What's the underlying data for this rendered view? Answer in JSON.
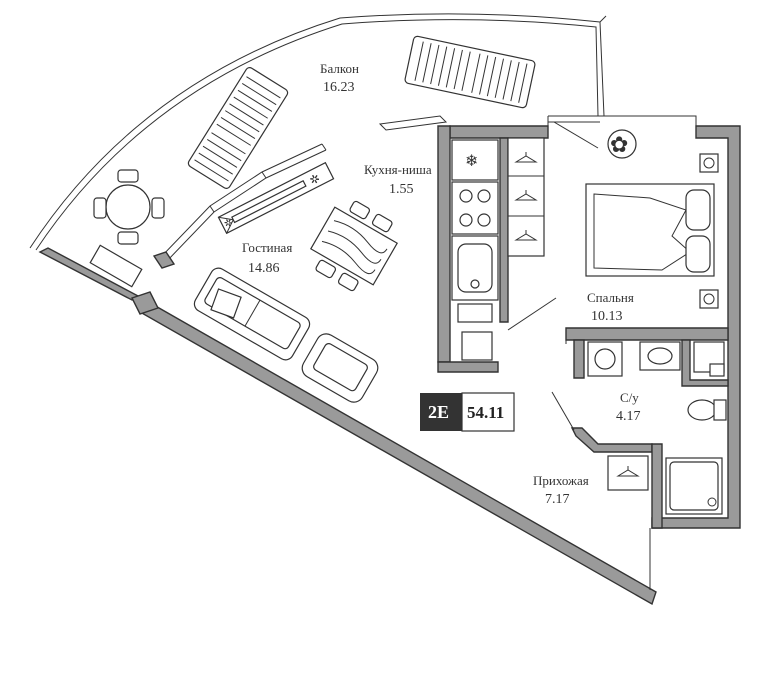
{
  "plan": {
    "apartment_type": "2E",
    "total_area": "54.11",
    "colors": {
      "badge_bg": "#333333",
      "wall_fill": "#9a9a9a",
      "line": "#333333"
    },
    "rooms": {
      "balcony": {
        "name": "Балкон",
        "area": "16.23"
      },
      "kitchen": {
        "name": "Кухня-ниша",
        "area": "1.55"
      },
      "living": {
        "name": "Гостиная",
        "area": "14.86"
      },
      "bedroom": {
        "name": "Спальня",
        "area": "10.13"
      },
      "bathroom": {
        "name": "С/у",
        "area": "4.17"
      },
      "hallway": {
        "name": "Прихожая",
        "area": "7.17"
      }
    }
  }
}
